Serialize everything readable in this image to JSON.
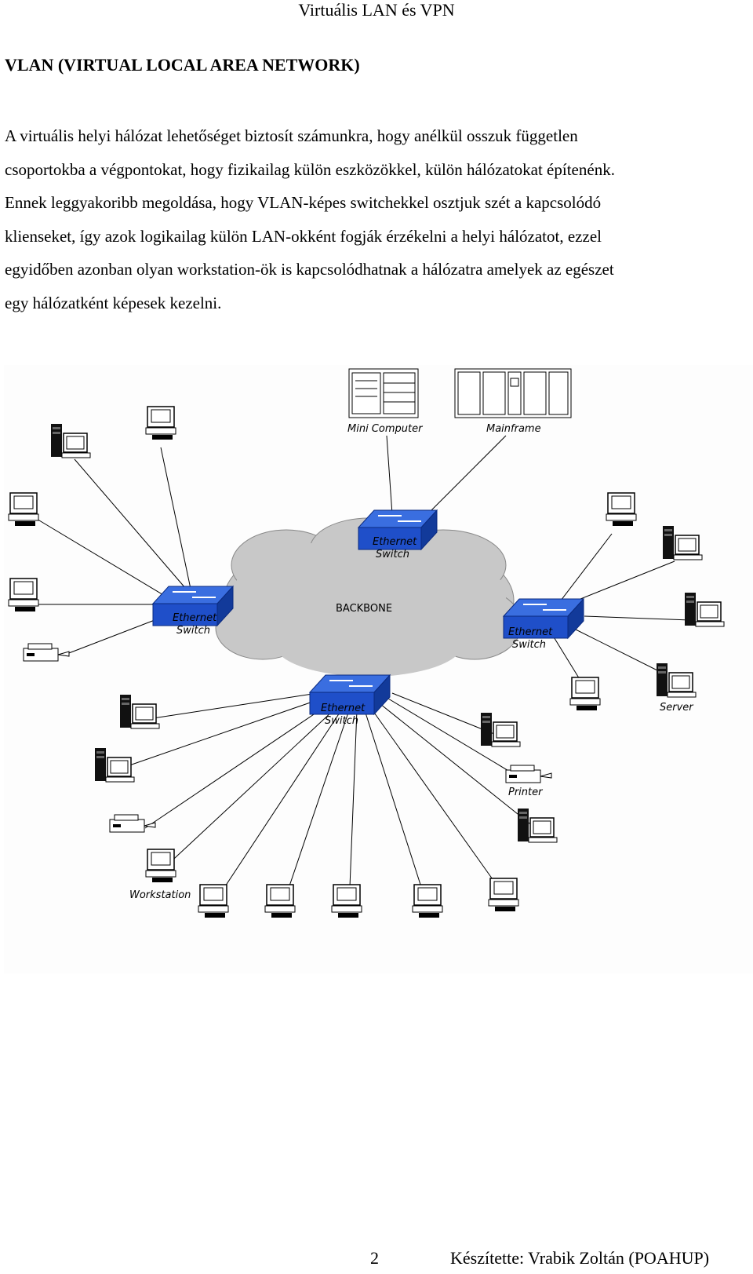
{
  "header": {
    "title": "Virtuális LAN és VPN"
  },
  "heading": "VLAN (VIRTUAL LOCAL AREA NETWORK)",
  "paragraph_lines": [
    "A virtuális helyi hálózat lehetőséget biztosít számunkra, hogy anélkül osszuk független",
    "csoportokba a végpontokat, hogy fizikailag külön eszközökkel, külön hálózatokat építenénk.",
    "Ennek leggyakoribb megoldása, hogy VLAN-képes switchekkel osztjuk szét a kapcsolódó",
    "klienseket, így azok logikailag külön LAN-okként fogják érzékelni a helyi hálózatot, ezzel",
    "egyidőben azonban olyan workstation-ök is kapcsolódhatnak a hálózatra amelyek az egészet",
    "egy hálózatként képesek kezelni."
  ],
  "diagram": {
    "labels": {
      "mini_computer": "Mini Computer",
      "mainframe": "Mainframe",
      "backbone": "BACKBONE",
      "server": "Server",
      "printer": "Printer",
      "workstation": "Workstation",
      "switch_line1": "Ethernet",
      "switch_line2": "Switch"
    },
    "colors": {
      "switch": "#1f4fc9",
      "cloud": "#c8c8c8",
      "line": "#000000"
    }
  },
  "footer": {
    "page_number": "2",
    "author": "Készítette: Vrabik Zoltán (POAHUP)"
  }
}
